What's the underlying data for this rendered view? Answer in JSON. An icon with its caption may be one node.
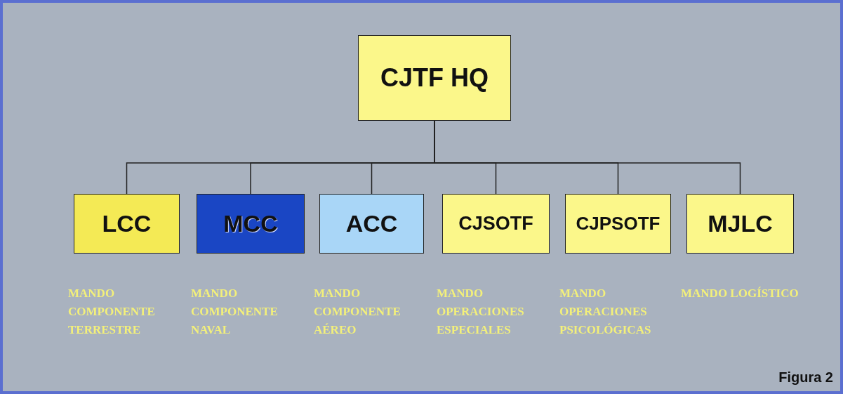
{
  "diagram": {
    "nodes": [
      {
        "text": [
          "CJTF HQ"
        ]
      },
      {
        "text": [
          "LCC"
        ],
        "beside": [
          "MANDO COMPONENTE TERRESTRE"
        ]
      },
      {
        "text": [
          "MCC"
        ],
        "beside": [
          "MANDO COMPONENTE NAVAL"
        ]
      },
      {
        "text": [
          "ACC"
        ],
        "beside": [
          "MANDO COMPONENTE AÉREO"
        ]
      },
      {
        "text": [
          "CJSOTF"
        ],
        "beside": [
          "MANDO OPERACIONES ESPECIALES"
        ]
      },
      {
        "text": [
          "CJPSOTF"
        ],
        "beside": [
          "MANDO OPERACIONES PSICOLÓGICAS"
        ]
      },
      {
        "text": [
          "MJLC"
        ],
        "beside": [
          "MANDO LOGÍSTICO"
        ]
      }
    ],
    "edges": [
      {
        "from": 0,
        "to": 1,
        "arrow": "none"
      },
      {
        "from": 0,
        "to": 2,
        "arrow": "none"
      },
      {
        "from": 0,
        "to": 3,
        "arrow": "none"
      },
      {
        "from": 0,
        "to": 4,
        "arrow": "none"
      },
      {
        "from": 0,
        "to": 5,
        "arrow": "none"
      },
      {
        "from": 0,
        "to": 6,
        "arrow": "none"
      }
    ],
    "labels": [
      "Figura 2"
    ]
  }
}
